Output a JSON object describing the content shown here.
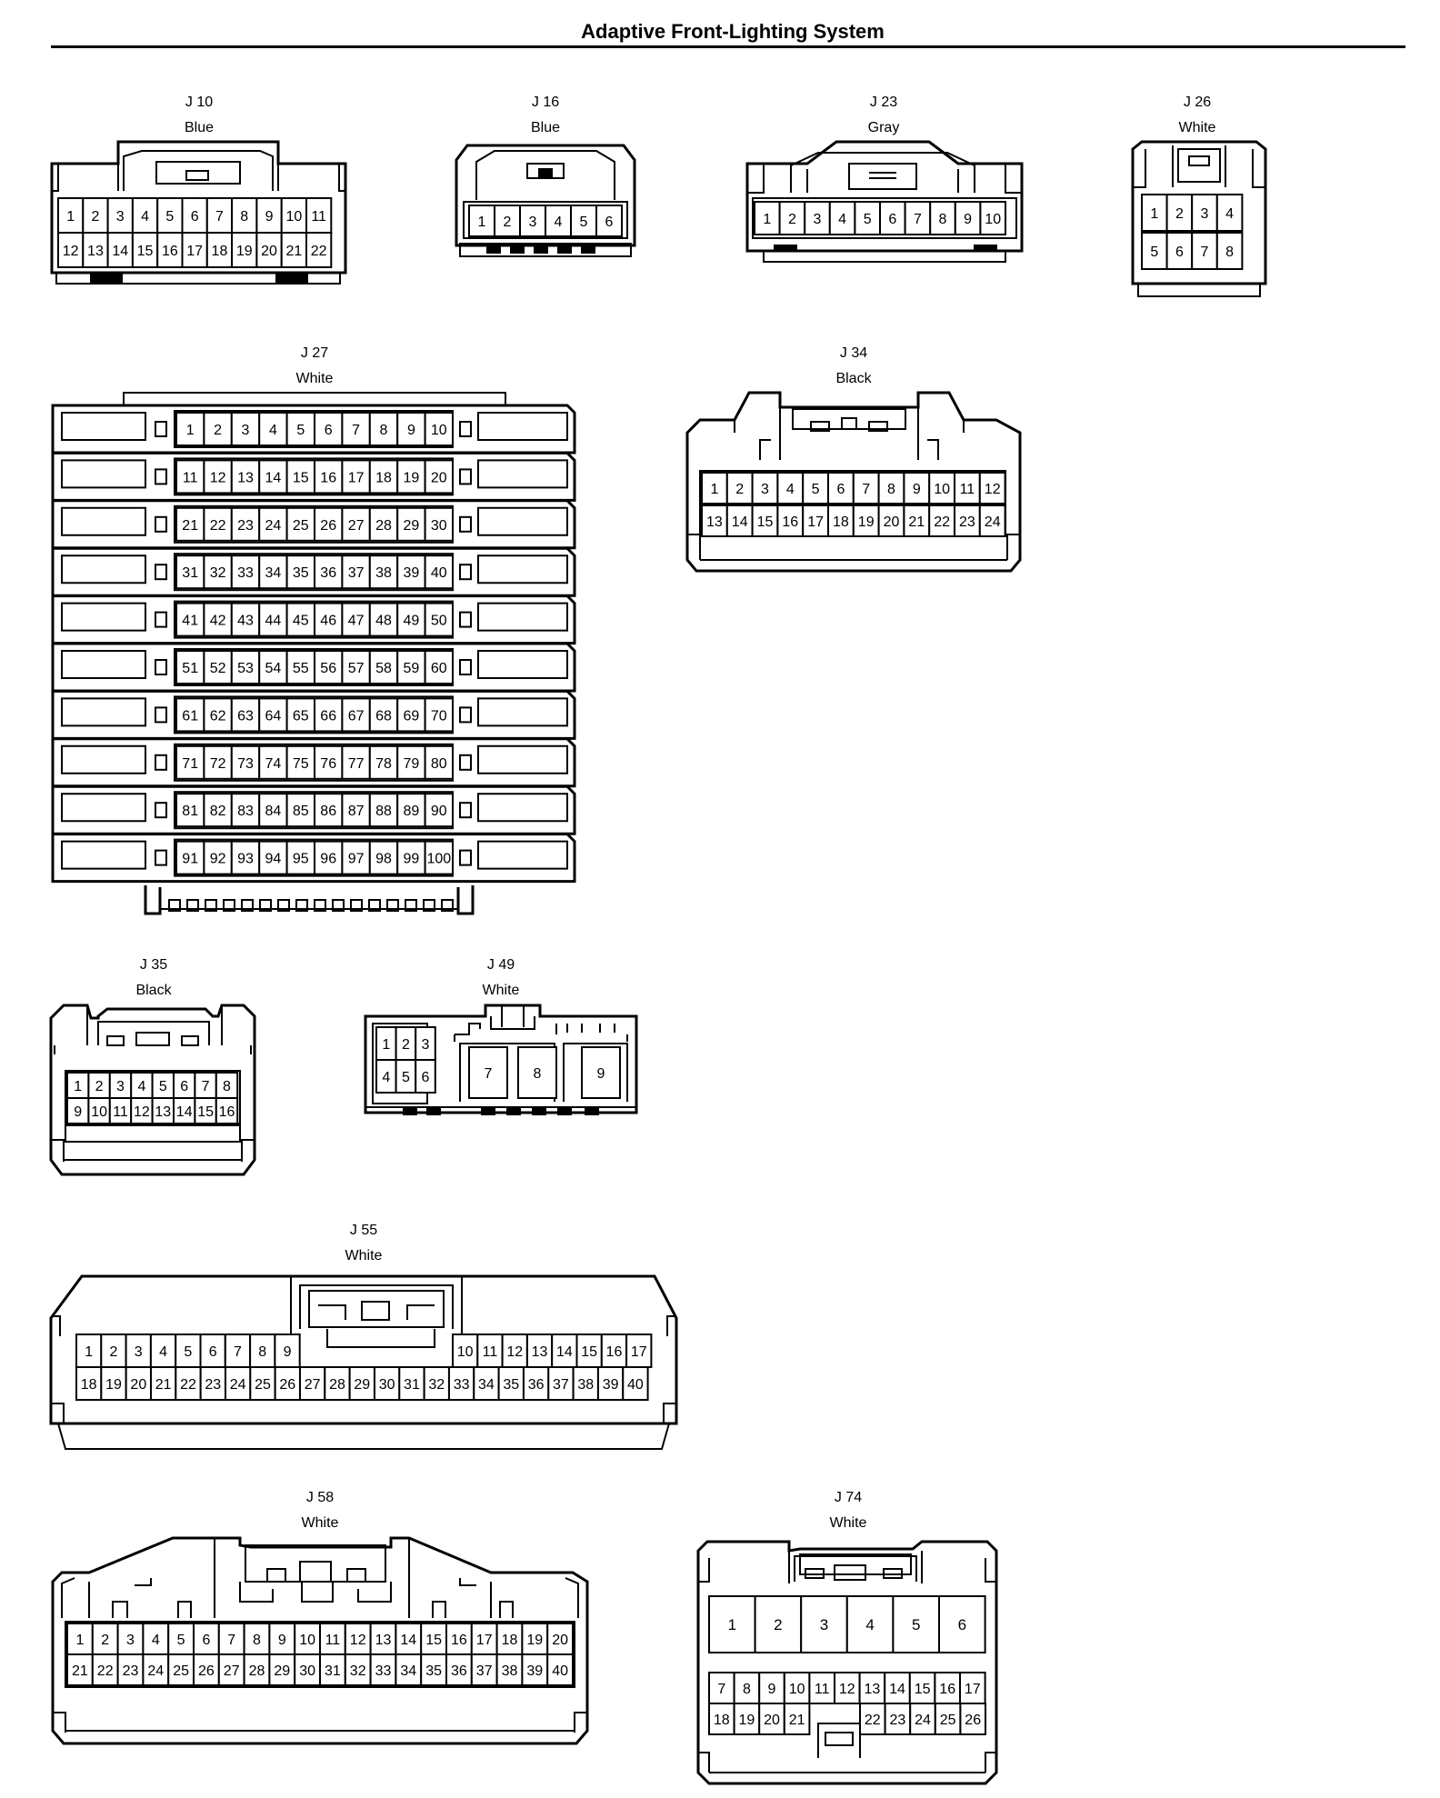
{
  "title": "Adaptive Front-Lighting System",
  "connectors": {
    "J10": {
      "id": "J 10",
      "color": "Blue"
    },
    "J16": {
      "id": "J 16",
      "color": "Blue"
    },
    "J23": {
      "id": "J 23",
      "color": "Gray"
    },
    "J26": {
      "id": "J 26",
      "color": "White"
    },
    "J27": {
      "id": "J 27",
      "color": "White"
    },
    "J34": {
      "id": "J 34",
      "color": "Black"
    },
    "J35": {
      "id": "J 35",
      "color": "Black"
    },
    "J49": {
      "id": "J 49",
      "color": "White"
    },
    "J55": {
      "id": "J 55",
      "color": "White"
    },
    "J58": {
      "id": "J 58",
      "color": "White"
    },
    "J74": {
      "id": "J 74",
      "color": "White"
    }
  },
  "pins": {
    "J10": [
      [
        "1",
        "2",
        "3",
        "4",
        "5",
        "6",
        "7",
        "8",
        "9",
        "10",
        "11"
      ],
      [
        "12",
        "13",
        "14",
        "15",
        "16",
        "17",
        "18",
        "19",
        "20",
        "21",
        "22"
      ]
    ],
    "J16": [
      [
        "1",
        "2",
        "3",
        "4",
        "5",
        "6"
      ]
    ],
    "J23": [
      [
        "1",
        "2",
        "3",
        "4",
        "5",
        "6",
        "7",
        "8",
        "9",
        "10"
      ]
    ],
    "J26": [
      [
        "1",
        "2",
        "3",
        "4"
      ],
      [
        "5",
        "6",
        "7",
        "8"
      ]
    ],
    "J27": [
      [
        "1",
        "2",
        "3",
        "4",
        "5",
        "6",
        "7",
        "8",
        "9",
        "10"
      ],
      [
        "11",
        "12",
        "13",
        "14",
        "15",
        "16",
        "17",
        "18",
        "19",
        "20"
      ],
      [
        "21",
        "22",
        "23",
        "24",
        "25",
        "26",
        "27",
        "28",
        "29",
        "30"
      ],
      [
        "31",
        "32",
        "33",
        "34",
        "35",
        "36",
        "37",
        "38",
        "39",
        "40"
      ],
      [
        "41",
        "42",
        "43",
        "44",
        "45",
        "46",
        "47",
        "48",
        "49",
        "50"
      ],
      [
        "51",
        "52",
        "53",
        "54",
        "55",
        "56",
        "57",
        "58",
        "59",
        "60"
      ],
      [
        "61",
        "62",
        "63",
        "64",
        "65",
        "66",
        "67",
        "68",
        "69",
        "70"
      ],
      [
        "71",
        "72",
        "73",
        "74",
        "75",
        "76",
        "77",
        "78",
        "79",
        "80"
      ],
      [
        "81",
        "82",
        "83",
        "84",
        "85",
        "86",
        "87",
        "88",
        "89",
        "90"
      ],
      [
        "91",
        "92",
        "93",
        "94",
        "95",
        "96",
        "97",
        "98",
        "99",
        "100"
      ]
    ],
    "J34": [
      [
        "1",
        "2",
        "3",
        "4",
        "5",
        "6",
        "7",
        "8",
        "9",
        "10",
        "11",
        "12"
      ],
      [
        "13",
        "14",
        "15",
        "16",
        "17",
        "18",
        "19",
        "20",
        "21",
        "22",
        "23",
        "24"
      ]
    ],
    "J35": [
      [
        "1",
        "2",
        "3",
        "4",
        "5",
        "6",
        "7",
        "8"
      ],
      [
        "9",
        "10",
        "11",
        "12",
        "13",
        "14",
        "15",
        "16"
      ]
    ],
    "J49": {
      "small": [
        [
          "1",
          "2",
          "3"
        ],
        [
          "4",
          "5",
          "6"
        ]
      ],
      "large": [
        "7",
        "8",
        "9"
      ]
    },
    "J55": {
      "top_left": [
        "1",
        "2",
        "3",
        "4",
        "5",
        "6",
        "7",
        "8",
        "9"
      ],
      "top_right": [
        "10",
        "11",
        "12",
        "13",
        "14",
        "15",
        "16",
        "17"
      ],
      "bottom": [
        "18",
        "19",
        "20",
        "21",
        "22",
        "23",
        "24",
        "25",
        "26",
        "27",
        "28",
        "29",
        "30",
        "31",
        "32",
        "33",
        "34",
        "35",
        "36",
        "37",
        "38",
        "39",
        "40"
      ]
    },
    "J58": [
      [
        "1",
        "2",
        "3",
        "4",
        "5",
        "6",
        "7",
        "8",
        "9",
        "10",
        "11",
        "12",
        "13",
        "14",
        "15",
        "16",
        "17",
        "18",
        "19",
        "20"
      ],
      [
        "21",
        "22",
        "23",
        "24",
        "25",
        "26",
        "27",
        "28",
        "29",
        "30",
        "31",
        "32",
        "33",
        "34",
        "35",
        "36",
        "37",
        "38",
        "39",
        "40"
      ]
    ],
    "J74": {
      "large": [
        "1",
        "2",
        "3",
        "4",
        "5",
        "6"
      ],
      "mid": [
        "7",
        "8",
        "9",
        "10",
        "11",
        "12",
        "13",
        "14",
        "15",
        "16",
        "17"
      ],
      "bottom_left": [
        "18",
        "19",
        "20",
        "21"
      ],
      "bottom_right": [
        "22",
        "23",
        "24",
        "25",
        "26"
      ]
    }
  }
}
